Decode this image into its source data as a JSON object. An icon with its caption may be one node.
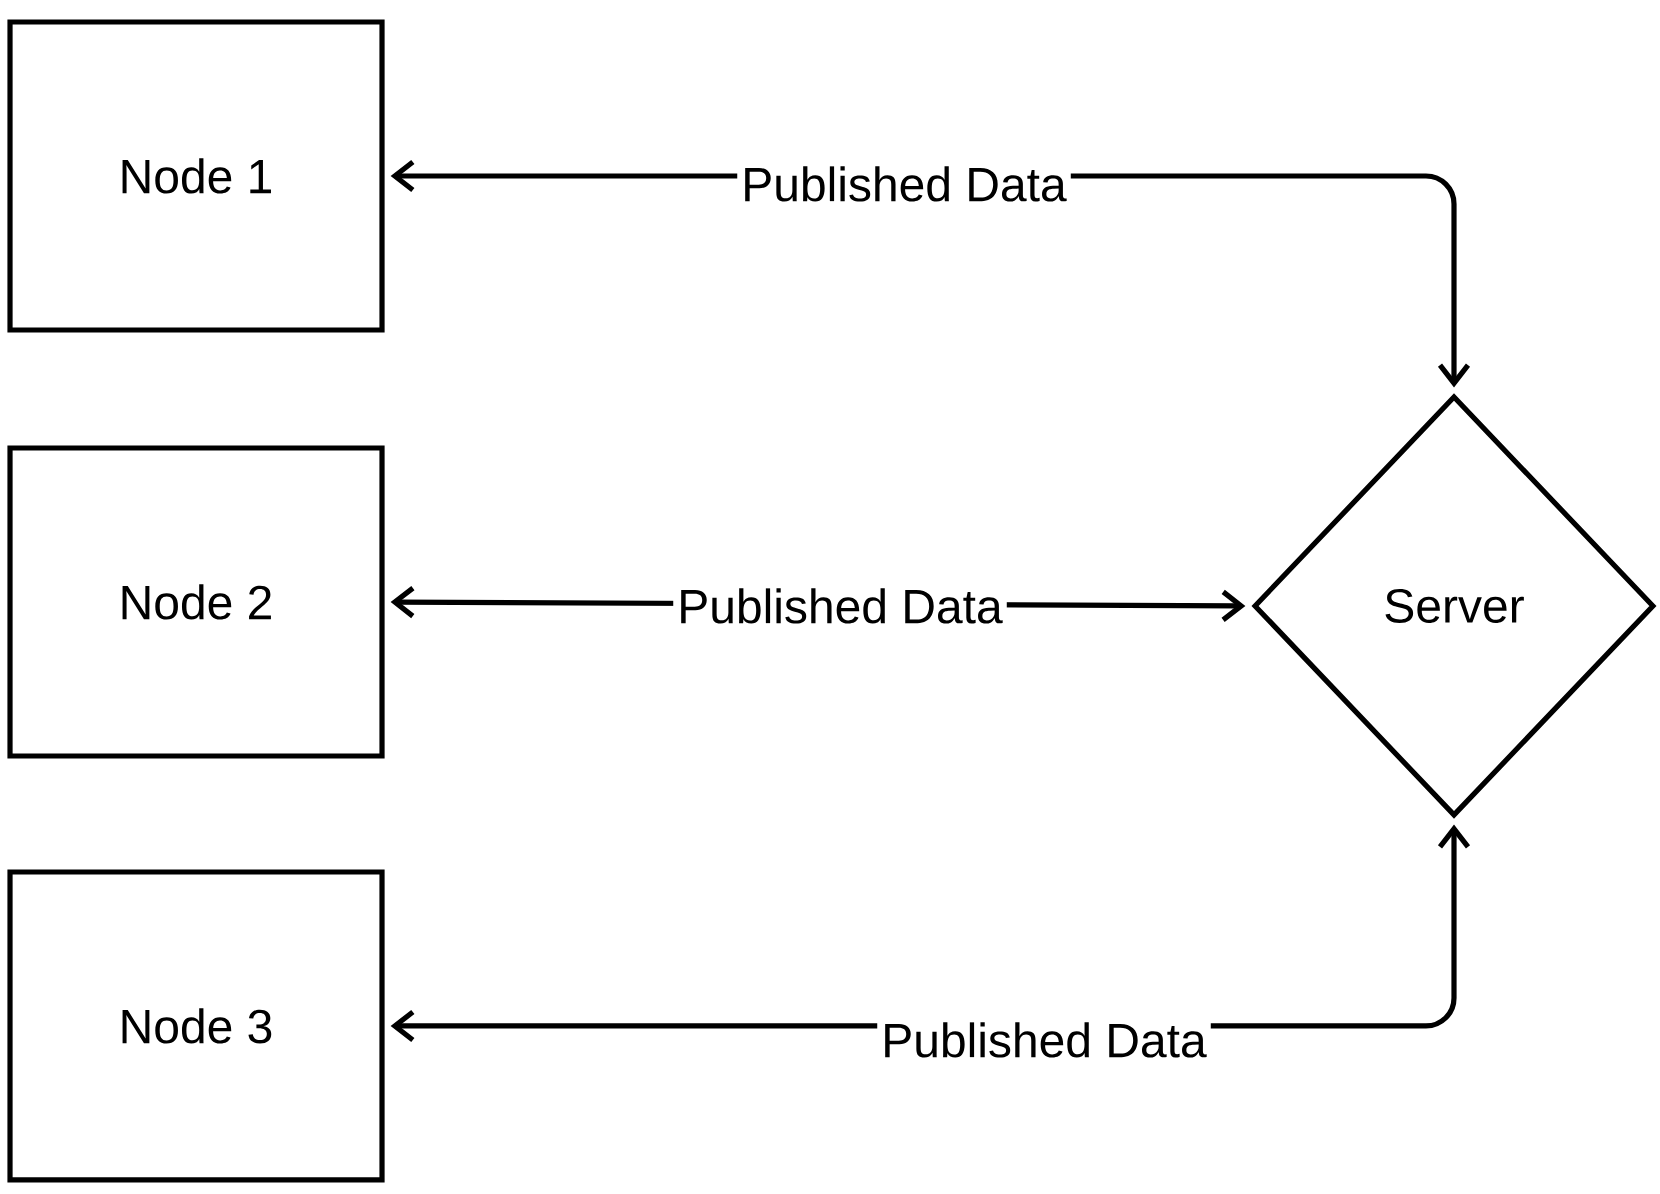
{
  "diagram": {
    "nodes": [
      {
        "text": [
          "Node 1"
        ]
      },
      {
        "text": [
          "Node 2"
        ]
      },
      {
        "text": [
          "Node 3"
        ]
      },
      {
        "text": [
          "Server"
        ]
      }
    ],
    "edges": [
      {
        "from": 0,
        "to": 3,
        "arrow": "both",
        "label": "Published Data"
      },
      {
        "from": 1,
        "to": 3,
        "arrow": "both",
        "label": "Published Data"
      },
      {
        "from": 2,
        "to": 3,
        "arrow": "both",
        "label": "Published Data"
      }
    ]
  }
}
